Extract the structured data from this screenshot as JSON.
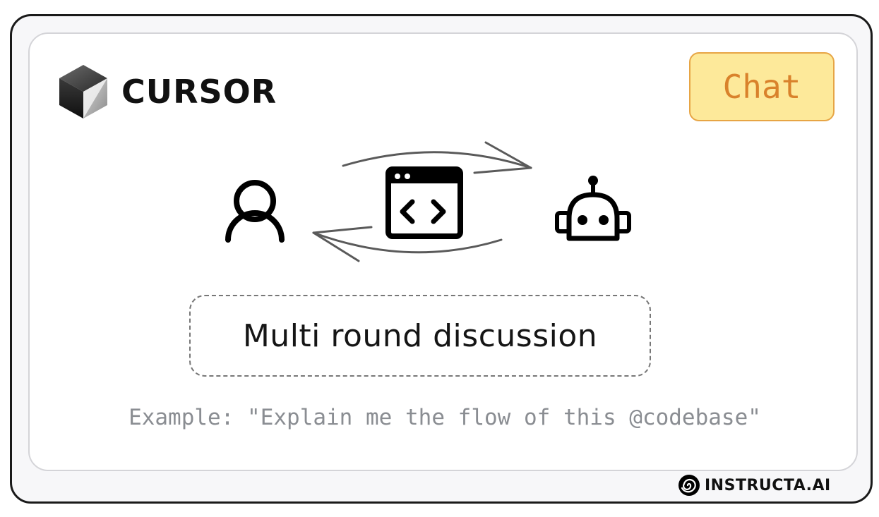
{
  "brand": {
    "logo_icon": "cursor-cube-logo-icon",
    "name": "CURSOR"
  },
  "mode_badge": {
    "label": "Chat",
    "background": "#fde99a",
    "border": "#e7a545",
    "text_color": "#d9822b"
  },
  "diagram": {
    "participants": [
      "user-icon",
      "code-window-icon",
      "robot-icon"
    ],
    "arrows": [
      "arrow-to-robot",
      "arrow-to-user"
    ]
  },
  "caption": {
    "text": "Multi round discussion"
  },
  "example": {
    "text": "Example: \"Explain me the flow of this @codebase\""
  },
  "footer": {
    "icon": "instructa-spiral-icon",
    "text": "INSTRUCTA.AI"
  }
}
